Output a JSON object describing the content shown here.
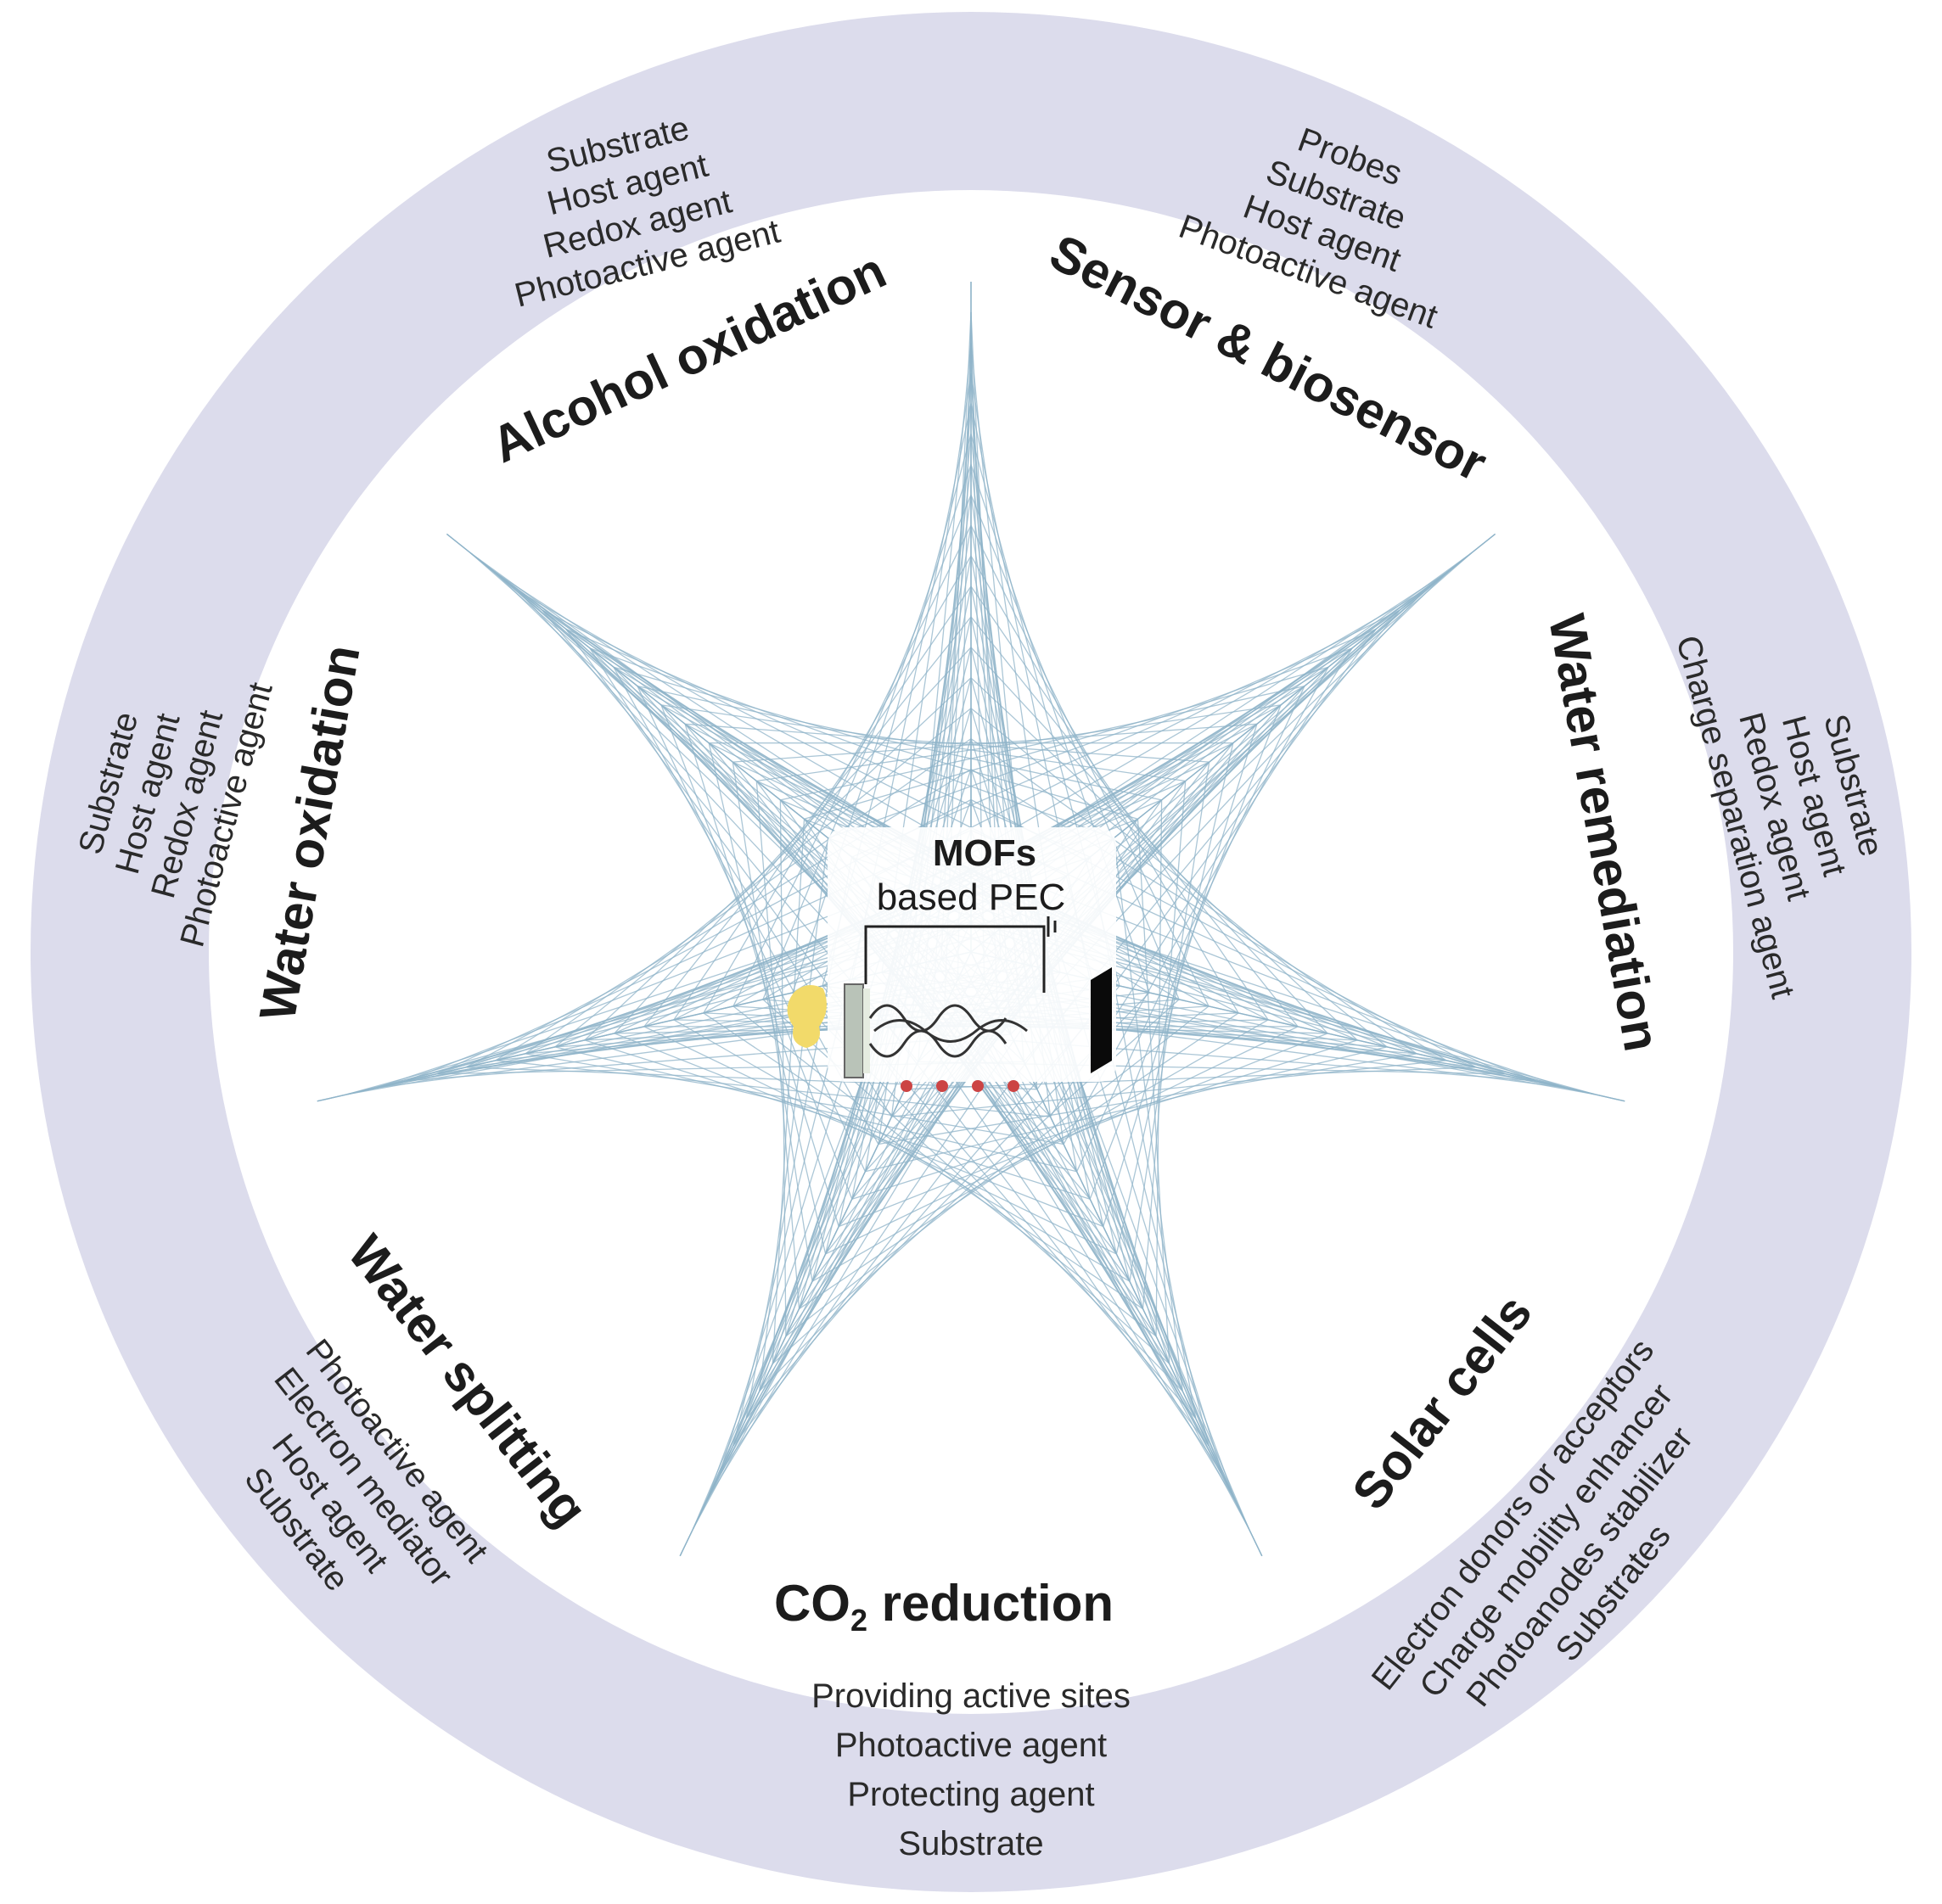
{
  "center": {
    "title_line1": "MOFs",
    "title_line2": "based PEC"
  },
  "categories": [
    {
      "name": "Alcohol oxidation",
      "roles": [
        "Substrate",
        "Host agent",
        "Redox agent",
        "Photoactive agent"
      ]
    },
    {
      "name": "Sensor & biosensor",
      "roles": [
        "Probes",
        "Substrate",
        "Host agent",
        "Photoactive agent"
      ]
    },
    {
      "name": "Water remediation",
      "roles": [
        "Substrate",
        "Host agent",
        "Redox agent",
        "Charge separation agent"
      ]
    },
    {
      "name": "Solar cells",
      "roles": [
        "Electron donors or acceptors",
        "Charge mobility enhancer",
        "Photoanodes stabilizer",
        "Substrates"
      ]
    },
    {
      "name_prefix": "CO",
      "name_subscript": "2",
      "name_suffix": " reduction",
      "roles": [
        "Providing active sites",
        "Photoactive agent",
        "Protecting agent",
        "Substrate"
      ]
    },
    {
      "name": "Water splitting",
      "roles": [
        "Photoactive agent",
        "Electron mediator",
        "Host agent",
        "Substrate"
      ]
    },
    {
      "name": "Water oxidation",
      "roles": [
        "Substrate",
        "Host agent",
        "Redox agent",
        "Photoactive agent"
      ]
    }
  ],
  "colors": {
    "ring": "#dcdcec",
    "web": "#8fb4c9",
    "text": "#1c1c1c"
  }
}
